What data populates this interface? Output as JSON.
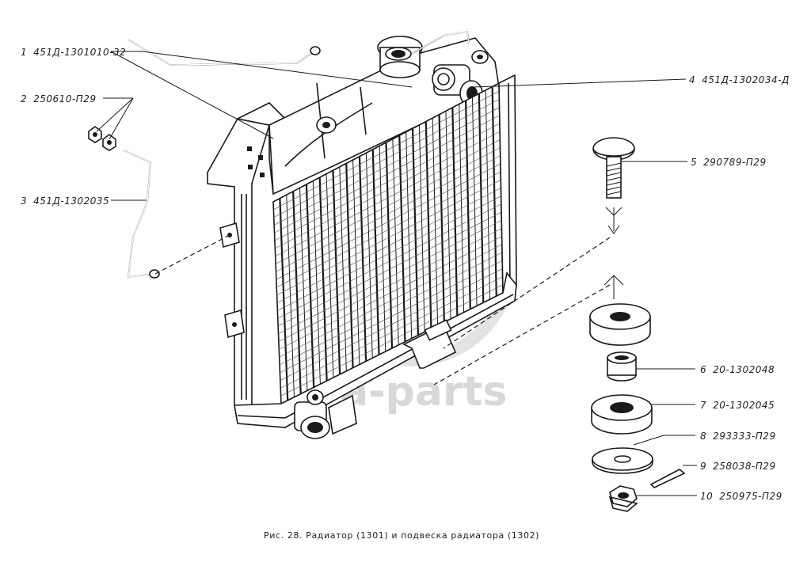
{
  "watermark": "a-parts",
  "caption": "Рис. 28. Радиатор (1301) и подвеска радиатора (1302)",
  "parts": [
    {
      "num": "1",
      "code": "451Д-1301010-32"
    },
    {
      "num": "2",
      "code": "250610-П29"
    },
    {
      "num": "3",
      "code": "451Д-1302035"
    },
    {
      "num": "4",
      "code": "451Д-1302034-Д"
    },
    {
      "num": "5",
      "code": "290789-П29"
    },
    {
      "num": "6",
      "code": "20-1302048"
    },
    {
      "num": "7",
      "code": "20-1302045"
    },
    {
      "num": "8",
      "code": "293333-П29"
    },
    {
      "num": "9",
      "code": "258038-П29"
    },
    {
      "num": "10",
      "code": "250975-П29"
    }
  ]
}
